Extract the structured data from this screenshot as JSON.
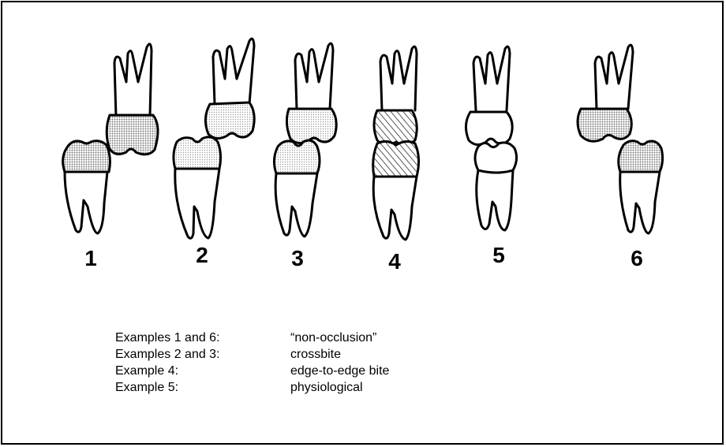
{
  "diagram": {
    "examples": [
      {
        "number": "1",
        "type": "non-occlusion"
      },
      {
        "number": "2",
        "type": "crossbite"
      },
      {
        "number": "3",
        "type": "crossbite"
      },
      {
        "number": "4",
        "type": "edge-to-edge"
      },
      {
        "number": "5",
        "type": "physiological"
      },
      {
        "number": "6",
        "type": "non-occlusion"
      }
    ]
  },
  "legend": [
    {
      "label": "Examples 1 and 6:",
      "value": "“non-occlusion”"
    },
    {
      "label": "Examples 2 and 3:",
      "value": "crossbite"
    },
    {
      "label": "Example 4:",
      "value": "edge-to-edge bite"
    },
    {
      "label": "Example 5:",
      "value": "physiological"
    }
  ],
  "colors": {
    "outline": "#000000",
    "background": "#ffffff",
    "stipple": "#9a9a9a",
    "hatch": "#000000"
  }
}
